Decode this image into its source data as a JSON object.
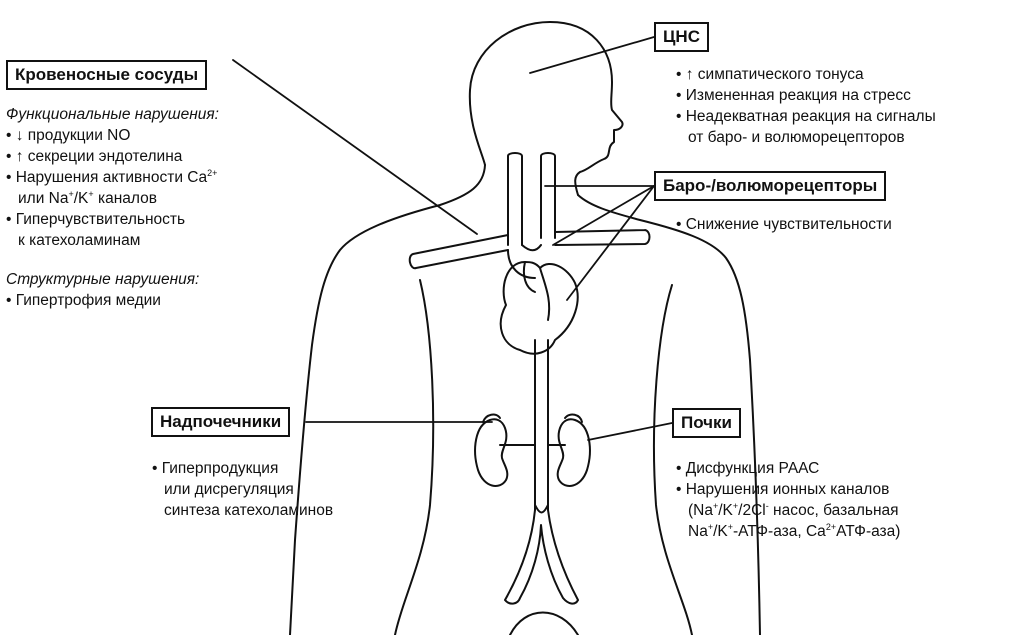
{
  "cns": {
    "title": "ЦНС",
    "items": [
      "• ↑ симпатического тонуса",
      "• Измененная реакция на стресс",
      "• Неадекватная реакция на сигналы",
      "от баро- и волюморецепторов"
    ]
  },
  "vessels": {
    "title": "Кровеносные сосуды",
    "functional_heading": "Функциональные нарушения:",
    "functional_items": {
      "no": "• ↓ продукции NO",
      "endothelin": "• ↑ секреции эндотелина",
      "channels_1a": "• Нарушения активности Ca",
      "channels_1_sup": "2+",
      "channels_2a": "или Na",
      "channels_2_sup1": "+",
      "channels_2b": "/K",
      "channels_2_sup2": "+",
      "channels_2c": " каналов",
      "hyper_1": "• Гиперчувствительность",
      "hyper_2": "к катехоламинам"
    },
    "structural_heading": "Структурные нарушения:",
    "structural_items": [
      "• Гипертрофия медии"
    ]
  },
  "baro": {
    "title": "Баро-/волюморецепторы",
    "items": [
      "• Снижение чувствительности"
    ]
  },
  "adrenal": {
    "title": "Надпочечники",
    "items": [
      "• Гиперпродукция",
      "или дисрегуляция",
      "синтеза катехоламинов"
    ]
  },
  "kidneys": {
    "title": "Почки",
    "line1": "• Дисфункция РААС",
    "line2": "• Нарушения ионных каналов",
    "line3a": "(Na",
    "line3_sup1": "+",
    "line3b": "/K",
    "line3_sup2": "+",
    "line3c": "/2Cl",
    "line3_sup3": "-",
    "line3d": " насос, базальная",
    "line4a": "Na",
    "line4_sup1": "+",
    "line4b": "/K",
    "line4_sup2": "+",
    "line4c": "-АТФ-аза, Ca",
    "line4_sup3": "2+",
    "line4d": "АТФ-аза)"
  }
}
